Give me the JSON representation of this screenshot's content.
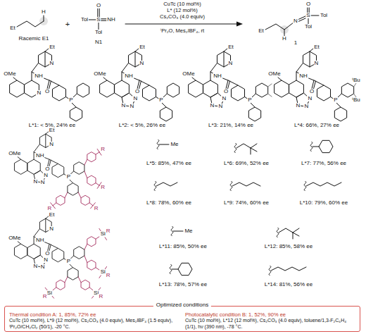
{
  "diagram": {
    "nodes": [
      {
        "text": [
          "Optimized conditions",
          "Thermal condition A: 1, 85%, 72% ee",
          "CuTc (10 mol%), L*9 (12 mol%), Cs₂CO₃ (4.0 equiv), Mes₂IBF₄ (1.5 equiv), ⁱPr₂O/CH₂Cl₂ (50/1), -20 °C.",
          "Photocatalytic condition B: 1, 52%, 90% ee",
          "CuTc (10 mol%), L*12 (12 mol%), Cs₂CO₃ (4.0 equiv), toluene/1,3-F₂C₆H₄ (1/1), hν (390 nm), -78 °C."
        ]
      }
    ],
    "labels": [
      "Et",
      "H",
      "Racemic E1",
      "+",
      "O",
      "Tol",
      "S",
      "NH",
      "Tol",
      "N1",
      "CuTc (10 mol%)",
      "L* (12 mol%)",
      "Cs₂CO₃ (4.0 equiv)",
      "ⁱPr₂O, Mes₂IBF₄, rt",
      "Et",
      "H",
      "N",
      "S",
      "O",
      "Tol",
      "Tol",
      "1",
      "OMe",
      "Et",
      "N",
      "NH",
      "O",
      "P",
      "N",
      "L*1: < 5%, 24% ee",
      "OMe",
      "Et",
      "N",
      "NH",
      "O",
      "P",
      "N",
      "N",
      "N",
      "L*2: < 5%, 26% ee",
      "OMe",
      "Et",
      "N",
      "NH",
      "O",
      "P",
      "N",
      "N",
      "N",
      "L*3: 21%, 14% ee",
      "OMe",
      "Et",
      "N",
      "NH",
      "O",
      "P",
      "N",
      "N",
      "N",
      "ᵗBu",
      "ᵗBu",
      "L*4: 66%, 27% ee",
      "OMe",
      "Et",
      "N",
      "NH",
      "O",
      "P",
      "N",
      "N",
      "N",
      "R",
      "R",
      "R",
      "R",
      "Me",
      "L*5: 85%, 47% ee",
      "L*6: 69%, 52% ee",
      "L*7: 77%, 56% ee",
      "L*8: 78%, 60% ee",
      "L*9: 74%, 60% ee",
      "L*10: 79%, 60% ee",
      "OMe",
      "Et",
      "N",
      "NH",
      "O",
      "P",
      "N",
      "N",
      "N",
      "Si",
      "R",
      "Si",
      "R",
      "Si",
      "R",
      "Si",
      "R",
      "Me",
      "L*11: 85%, 50% ee",
      "L*12: 85%, 58% ee",
      "L*13: 78%, 57% ee",
      "L*14: 81%, 56% ee"
    ]
  }
}
